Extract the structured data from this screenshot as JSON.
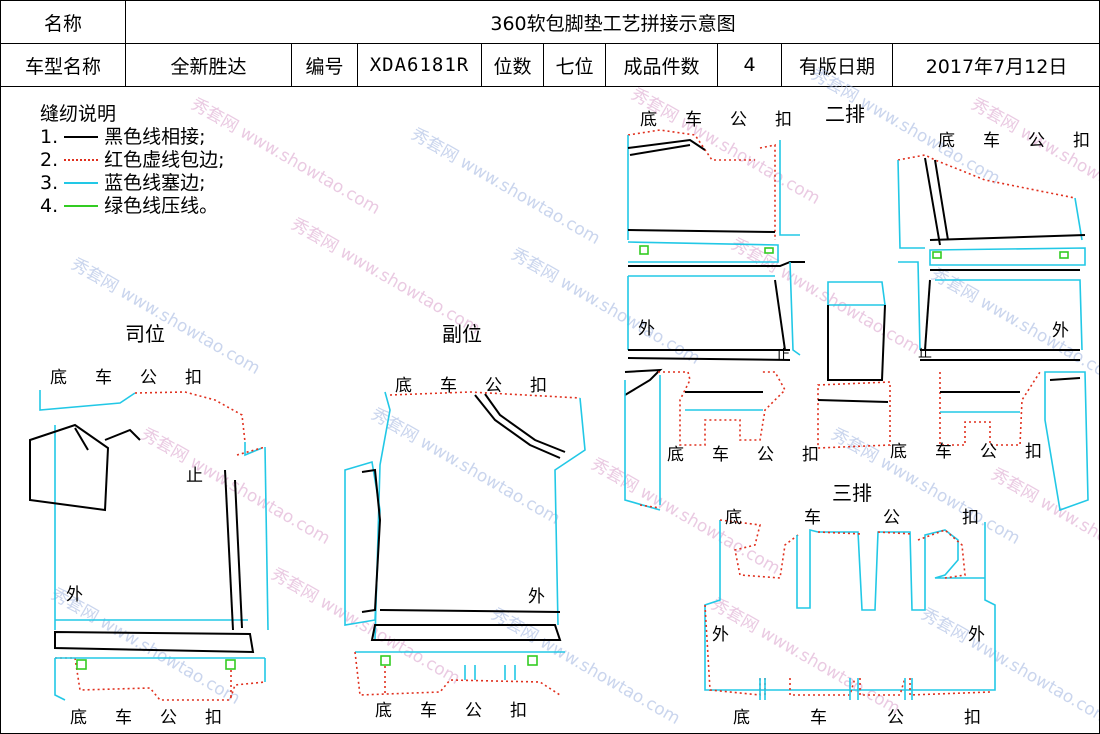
{
  "header": {
    "name_label": "名称",
    "name_value": "360软包脚垫工艺拼接示意图",
    "model_label": "车型名称",
    "model_value": "全新胜达",
    "code_label": "编号",
    "code_value": "XDA6181R",
    "seat_label": "位数",
    "seat_value": "七位",
    "count_label": "成品件数",
    "count_value": "4",
    "date_label": "有版日期",
    "date_value": "2017年7月12日"
  },
  "legend": {
    "title": "缝纫说明",
    "items": [
      {
        "num": "1.",
        "text": "黑色线相接;",
        "color": "#000000",
        "style": "solid"
      },
      {
        "num": "2.",
        "text": "红色虚线包边;",
        "color": "#e0301e",
        "style": "dotted"
      },
      {
        "num": "3.",
        "text": "蓝色线塞边;",
        "color": "#22c8e6",
        "style": "solid"
      },
      {
        "num": "4.",
        "text": "绿色线压线。",
        "color": "#33cc22",
        "style": "solid"
      }
    ]
  },
  "sections": {
    "driver": "司位",
    "passenger": "副位",
    "row2": "二排",
    "row3": "三排"
  },
  "labels": {
    "base_buckle": "底车公扣",
    "outer": "外",
    "stop": "止"
  },
  "watermark": {
    "brand": "秀套网",
    "url": "www.showtao.com"
  },
  "colors": {
    "black": "#000000",
    "red": "#e0301e",
    "blue": "#22c8e6",
    "green": "#33cc22"
  }
}
